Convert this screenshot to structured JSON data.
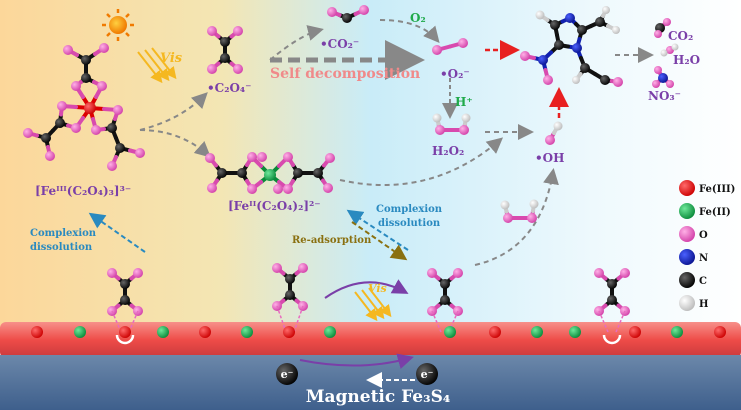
{
  "title": "Fe3S4 / Fe(III)-oxalate photo-Fenton degradation mechanism",
  "labels": {
    "vis_top": "Vis",
    "vis_surface": "Vis",
    "c2o4_radical": "•C₂O₄⁻",
    "co2_radical": "•CO₂⁻",
    "self_decomposition": "Self decomposition",
    "o2": "O₂",
    "o2_radical": "•O₂⁻",
    "h_plus": "H⁺",
    "h2o2": "H₂O₂",
    "oh_radical": "•OH",
    "co2": "CO₂",
    "h2o": "H₂O",
    "no3": "NO₃⁻",
    "fe3_complex": "[Feᴵᴵᴵ(C₂O₄)₃]³⁻",
    "fe2_complex": "[Feᴵᴵ(C₂O₄)₂]²⁻",
    "complexion_dissolution_left_1": "Complexion",
    "complexion_dissolution_left_2": "dissolution",
    "complexion_dissolution_mid_1": "Complexion",
    "complexion_dissolution_mid_2": "dissolution",
    "re_adsorption": "Re-adsorption",
    "electron_1": "e⁻",
    "electron_2": "e⁻",
    "substrate": "Magnetic Fe₃S₄"
  },
  "legend": [
    {
      "label": "Fe(III)",
      "color": "#e01515"
    },
    {
      "label": "Fe(II)",
      "color": "#13a84a"
    },
    {
      "label": "O",
      "color": "#e86bc0"
    },
    {
      "label": "N",
      "color": "#1020b0"
    },
    {
      "label": "C",
      "color": "#111111"
    },
    {
      "label": "H",
      "color": "#f2f2f2"
    }
  ],
  "colors": {
    "purple_text": "#7a3fa8",
    "green_text": "#1faa4a",
    "blue_text": "#2a8ac0",
    "olive_text": "#8a7010",
    "pink_text": "#f08a8a",
    "vis": "#f5b820"
  }
}
